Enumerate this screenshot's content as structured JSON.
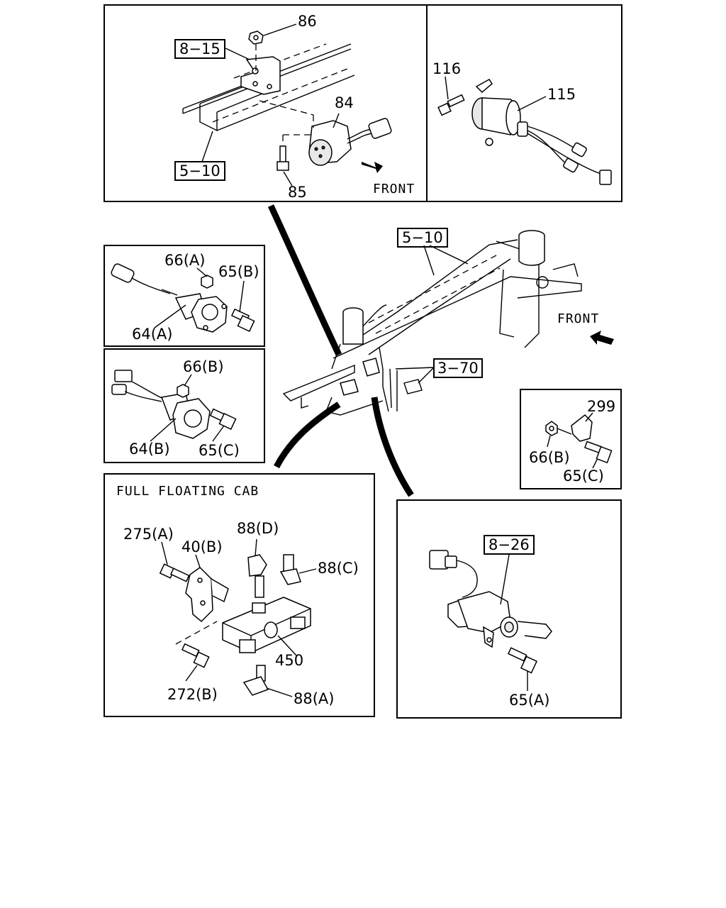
{
  "panel_top_left": {
    "labels": {
      "p86": "86",
      "p8_15": "8−15",
      "p84": "84",
      "p5_10": "5−10",
      "p85": "85",
      "front": "FRONT"
    }
  },
  "panel_top_right": {
    "labels": {
      "p116": "116",
      "p115": "115"
    }
  },
  "main_assembly": {
    "labels": {
      "p5_10": "5−10",
      "front": "FRONT",
      "p3_70": "3−70"
    }
  },
  "panel_64a": {
    "labels": {
      "p66a": "66(A)",
      "p65b": "65(B)",
      "p64a": "64(A)"
    }
  },
  "panel_64b": {
    "labels": {
      "p66b": "66(B)",
      "p64b": "64(B)",
      "p65c": "65(C)"
    }
  },
  "panel_299": {
    "labels": {
      "p299": "299",
      "p66b": "66(B)",
      "p65c": "65(C)"
    }
  },
  "panel_cab": {
    "title": "FULL FLOATING CAB",
    "labels": {
      "p275a": "275(A)",
      "p40b": "40(B)",
      "p88d": "88(D)",
      "p88c": "88(C)",
      "p450": "450",
      "p272b": "272(B)",
      "p88a": "88(A)"
    }
  },
  "panel_8_26": {
    "labels": {
      "p8_26": "8−26",
      "p65a": "65(A)"
    }
  }
}
